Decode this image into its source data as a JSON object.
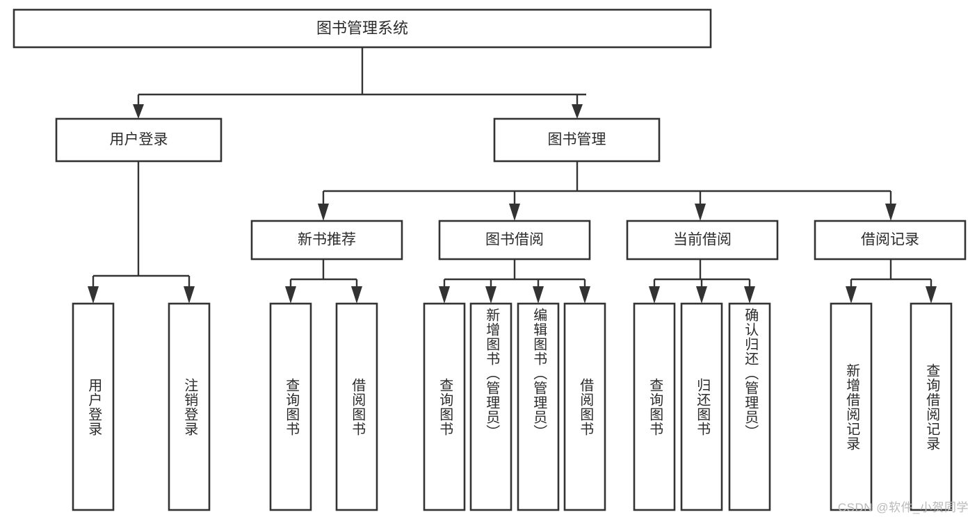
{
  "diagram": {
    "type": "tree",
    "orientation": "top-down",
    "title": "图书管理系统",
    "colors": {
      "box_stroke": "#333333",
      "box_fill": "#ffffff",
      "connector": "#333333",
      "text": "#2b2b2b",
      "background": "#ffffff",
      "watermark": "#b9b9b9"
    },
    "root": {
      "label": "图书管理系统"
    },
    "level2": [
      {
        "label": "用户登录"
      },
      {
        "label": "图书管理"
      }
    ],
    "level3": [
      {
        "label": "新书推荐"
      },
      {
        "label": "图书借阅"
      },
      {
        "label": "当前借阅"
      },
      {
        "label": "借阅记录"
      }
    ],
    "leaves": {
      "user_login": [
        {
          "label": "用户登录"
        },
        {
          "label": "注销登录"
        }
      ],
      "new_book_recommend": [
        {
          "label": "查询图书"
        },
        {
          "label": "借阅图书"
        }
      ],
      "book_borrow": [
        {
          "label": "查询图书"
        },
        {
          "label": "新增图书（管理员）"
        },
        {
          "label": "编辑图书（管理员）"
        },
        {
          "label": "借阅图书"
        }
      ],
      "current_borrow": [
        {
          "label": "查询图书"
        },
        {
          "label": "归还图书"
        },
        {
          "label": "确认归还（管理员）"
        }
      ],
      "borrow_record": [
        {
          "label": "新增借阅记录"
        },
        {
          "label": "查询借阅记录"
        }
      ]
    }
  },
  "watermark": {
    "text": "CSDN @软件_小贺同学"
  }
}
